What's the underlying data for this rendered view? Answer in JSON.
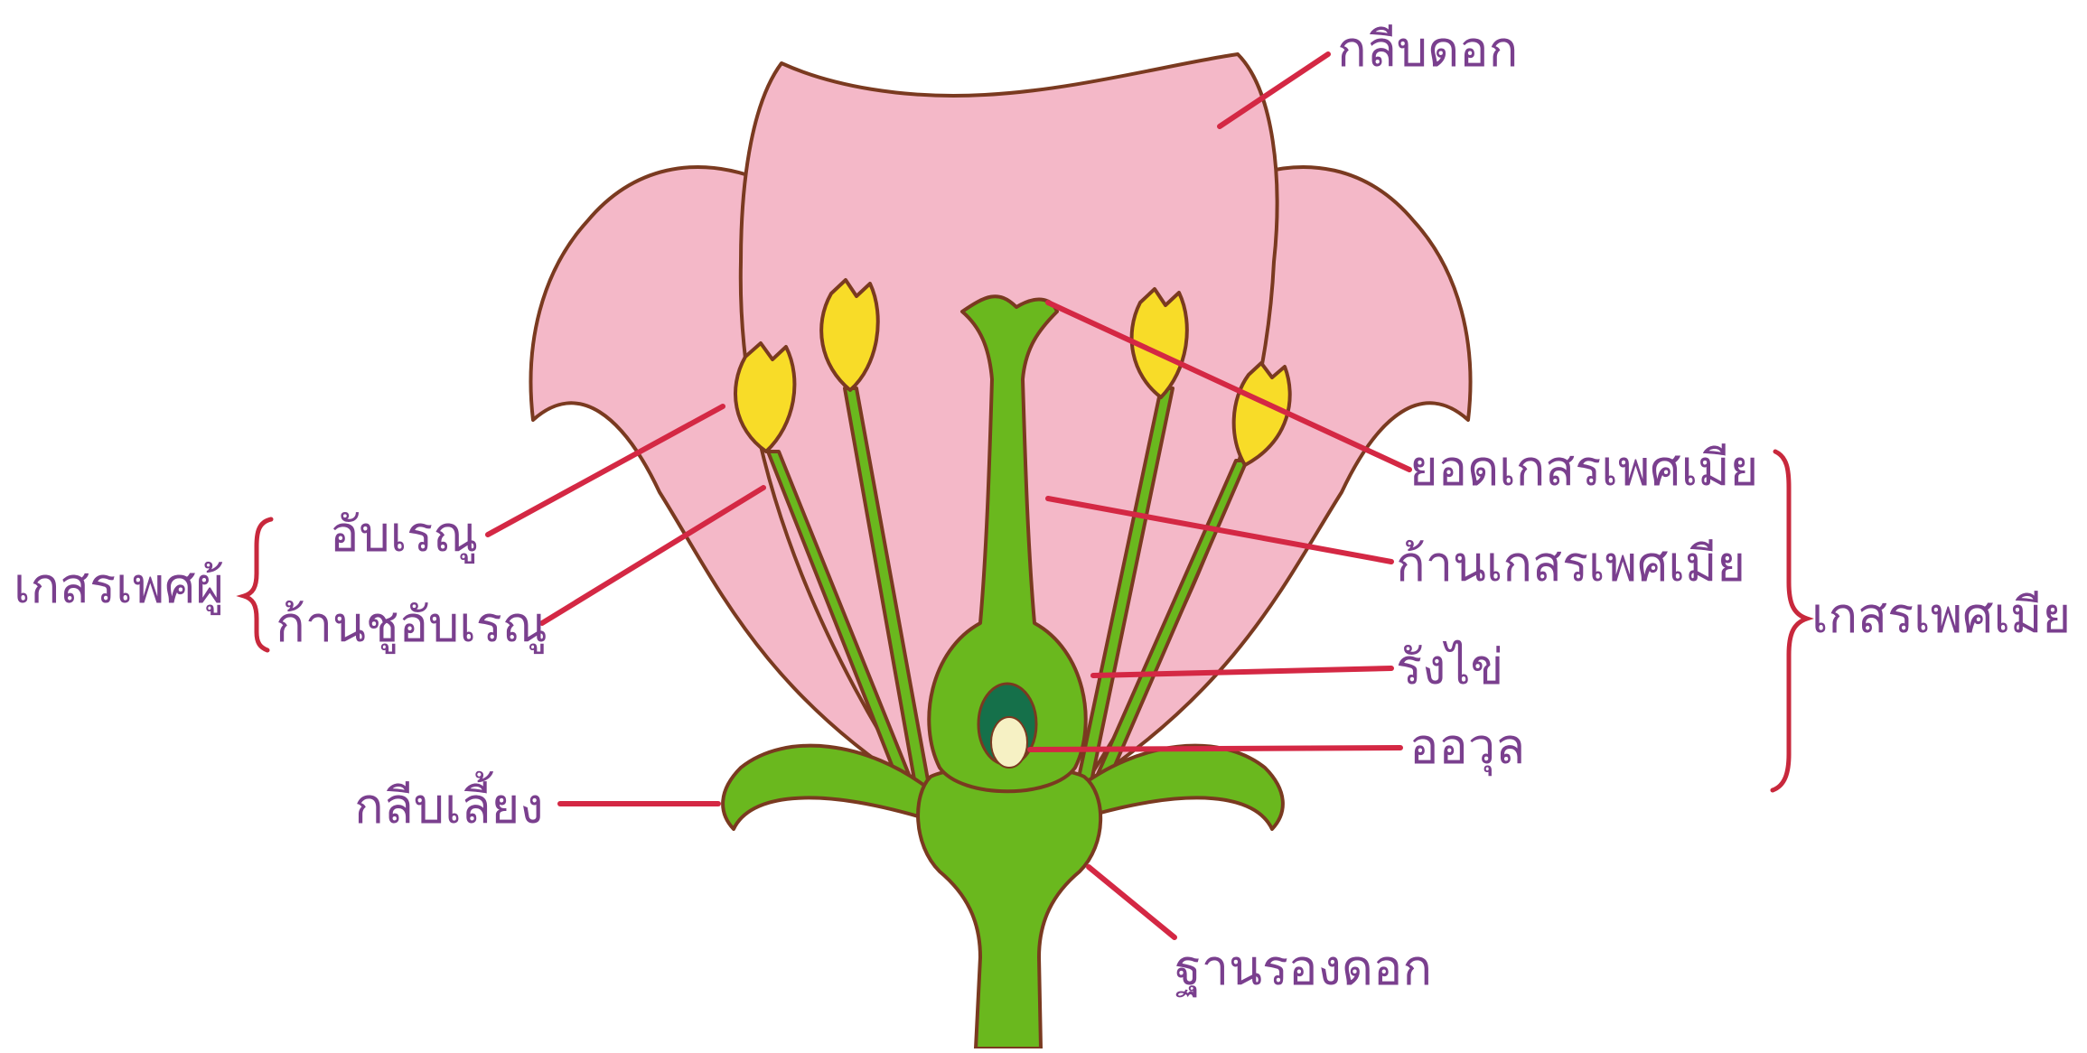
{
  "labels": {
    "petal": "กลีบดอก",
    "stigma": "ยอดเกสรเพศเมีย",
    "style": "ก้านเกสรเพศเมีย",
    "ovary": "รังไข่",
    "ovule": "ออวุล",
    "receptacle": "ฐานรองดอก",
    "sepal": "กลีบเลี้ยง",
    "anther": "อับเรณู",
    "filament": "ก้านชูอับเรณู",
    "stamen_group": "เกสรเพศผู้",
    "pistil_group": "เกสรเพศเมีย"
  },
  "colors": {
    "petal": "#f4b8c8",
    "outline": "#7a3a20",
    "green": "#6ab81e",
    "dark_green": "#15704a",
    "ovule": "#f6f1c4",
    "anther": "#f8dc28",
    "leader": "#d42844",
    "text": "#7a3f8e",
    "brace": "#c8283c"
  }
}
